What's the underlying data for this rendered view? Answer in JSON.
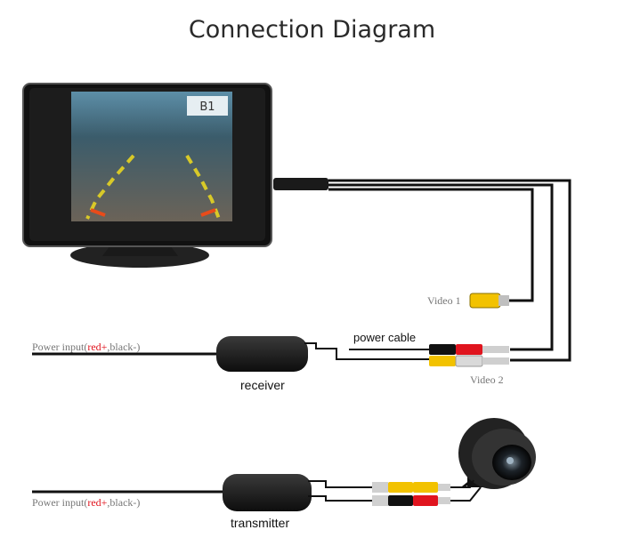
{
  "title": "Connection Diagram",
  "monitor": {
    "screen_badge": "B1"
  },
  "labels": {
    "video1": "Video 1",
    "video2": "Video 2",
    "power_cable": "power cable",
    "receiver": "receiver",
    "transmitter": "transmitter"
  },
  "power_input": {
    "prefix": "Power input(",
    "red": "red+",
    "sep": ",",
    "black": "black-",
    "suffix": ")"
  },
  "colors": {
    "cable": "#111111",
    "rca_yellow": "#f2c200",
    "rca_red": "#e0141e",
    "rca_white": "#dddddd",
    "monitor_body": "#1a1a1a"
  },
  "icons": [
    "monitor-icon",
    "receiver-module-icon",
    "transmitter-module-icon",
    "camera-icon",
    "rca-connector-icon"
  ]
}
